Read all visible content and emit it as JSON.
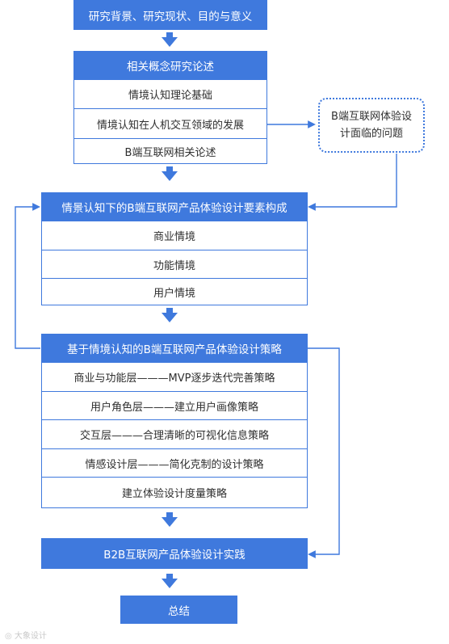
{
  "block1": {
    "title": "研究背景、研究现状、目的与意义"
  },
  "block2": {
    "title": "相关概念研究论述",
    "items": [
      "情境认知理论基础",
      "情境认知在人机交互领域的发展",
      "B端互联网相关论述"
    ]
  },
  "side_note": {
    "text": "B端互联网体验设计面临的问题"
  },
  "block3": {
    "title": "情景认知下的B端互联网产品体验设计要素构成",
    "items": [
      "商业情境",
      "功能情境",
      "用户情境"
    ]
  },
  "block4": {
    "title": "基于情境认知的B端互联网产品体验设计策略",
    "items": [
      "商业与功能层———MVP逐步迭代完善策略",
      "用户角色层———建立用户画像策略",
      "交互层———合理清晰的可视化信息策略",
      "情感设计层———简化克制的设计策略",
      "建立体验设计度量策略"
    ]
  },
  "block5": {
    "title": "B2B互联网产品体验设计实践"
  },
  "block6": {
    "title": "总结"
  },
  "watermark": "大象设计",
  "colors": {
    "accent": "#3f79dd",
    "text": "#2f2f2f"
  }
}
